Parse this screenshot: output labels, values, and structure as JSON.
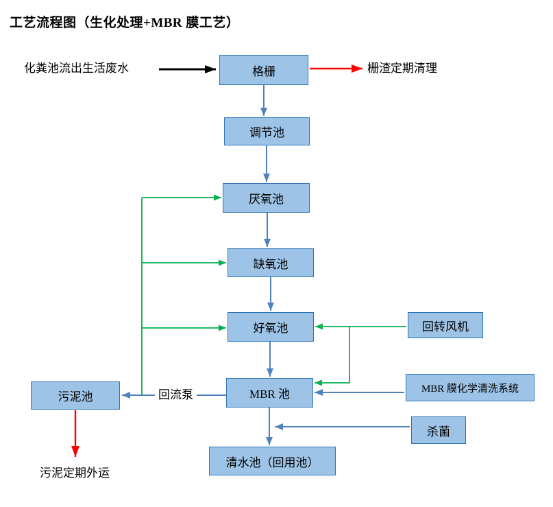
{
  "title": "工艺流程图（生化处理+MBR 膜工艺）",
  "nodes": {
    "grille": "格栅",
    "regulating": "调节池",
    "anaerobic": "厌氧池",
    "anoxic": "缺氧池",
    "aerobic": "好氧池",
    "mbr": "MBR 池",
    "clearwater": "清水池（回用池）",
    "blower": "回转风机",
    "cleaning": "MBR 膜化学清洗系统",
    "disinfection": "杀菌",
    "sludge": "污泥池"
  },
  "labels": {
    "influent": "化粪池流出生活废水",
    "slag": "栅渣定期清理",
    "reflux_pump": "回流泵",
    "sludge_out": "污泥定期外运"
  },
  "colors": {
    "box_fill": "#9DC3E6",
    "box_border": "#2E75B6",
    "flow_arrow": "#4F81BD",
    "recycle_arrow": "#00B050",
    "alert_arrow": "#FF0000",
    "input_arrow": "#000000"
  }
}
